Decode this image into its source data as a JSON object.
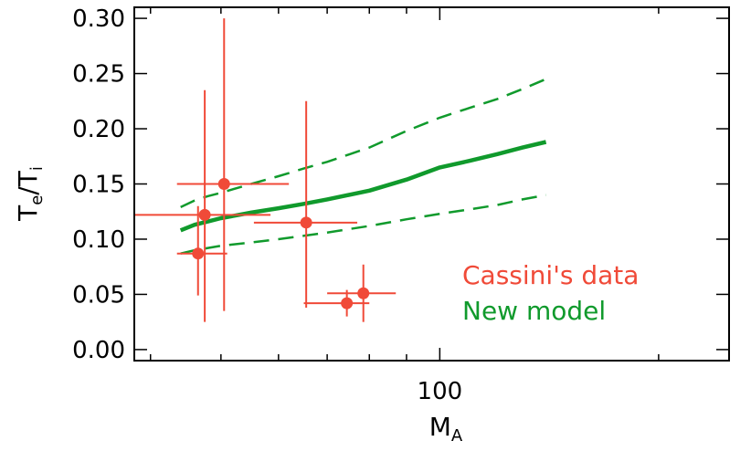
{
  "chart_data": {
    "type": "scatter",
    "title": "",
    "xlabel": {
      "main": "M",
      "sub": "A"
    },
    "ylabel": {
      "p1": "T",
      "s1": "e",
      "mid": "/T",
      "s2": "i"
    },
    "x_scale": "log",
    "xlim": [
      38,
      250
    ],
    "ylim": [
      -0.01,
      0.31
    ],
    "x_major_ticks": [
      {
        "value": 100,
        "label": "100"
      }
    ],
    "x_minor_ticks": [
      40,
      50,
      60,
      70,
      80,
      90,
      200
    ],
    "y_ticks": [
      {
        "value": 0.0,
        "label": "0.00"
      },
      {
        "value": 0.05,
        "label": "0.05"
      },
      {
        "value": 0.1,
        "label": "0.10"
      },
      {
        "value": 0.15,
        "label": "0.15"
      },
      {
        "value": 0.2,
        "label": "0.20"
      },
      {
        "value": 0.25,
        "label": "0.25"
      },
      {
        "value": 0.3,
        "label": "0.30"
      }
    ],
    "grid": false,
    "legend_position": "lower-right",
    "legend": [
      {
        "label": "Cassini's data",
        "color": "#f04a38"
      },
      {
        "label": "New model",
        "color": "#109a2c"
      }
    ],
    "series": [
      {
        "name": "Cassini's data",
        "kind": "points_with_errorbars",
        "color": "#f04a38",
        "points": [
          {
            "x": 46.5,
            "y": 0.087,
            "xerr": [
              43.5,
              51
            ],
            "yerr": [
              0.049,
              0.13
            ]
          },
          {
            "x": 47.5,
            "y": 0.122,
            "xerr": [
              38,
              58.5
            ],
            "yerr": [
              0.025,
              0.235
            ]
          },
          {
            "x": 50.5,
            "y": 0.15,
            "xerr": [
              43.5,
              62
            ],
            "yerr": [
              0.035,
              0.3
            ]
          },
          {
            "x": 65.5,
            "y": 0.115,
            "xerr": [
              55.5,
              77
            ],
            "yerr": [
              0.038,
              0.225
            ]
          },
          {
            "x": 74.5,
            "y": 0.042,
            "xerr": [
              65,
              80
            ],
            "yerr": [
              0.03,
              0.054
            ]
          },
          {
            "x": 78.5,
            "y": 0.051,
            "xerr": [
              70,
              87
            ],
            "yerr": [
              0.025,
              0.077
            ]
          }
        ]
      },
      {
        "name": "New model",
        "kind": "line",
        "color": "#109a2c",
        "style": "solid",
        "x": [
          44,
          46,
          48,
          50,
          55,
          60,
          65,
          70,
          80,
          90,
          100,
          110,
          120,
          130,
          140
        ],
        "y": [
          0.108,
          0.113,
          0.116,
          0.119,
          0.124,
          0.128,
          0.132,
          0.136,
          0.144,
          0.154,
          0.165,
          0.171,
          0.177,
          0.183,
          0.188
        ]
      },
      {
        "name": "New model upper bound",
        "kind": "line",
        "color": "#109a2c",
        "style": "dashed",
        "x": [
          44,
          46,
          48,
          50,
          55,
          60,
          65,
          70,
          80,
          90,
          100,
          110,
          120,
          130,
          140
        ],
        "y": [
          0.129,
          0.135,
          0.139,
          0.142,
          0.15,
          0.157,
          0.164,
          0.17,
          0.183,
          0.198,
          0.21,
          0.219,
          0.227,
          0.236,
          0.245
        ]
      },
      {
        "name": "New model lower bound",
        "kind": "line",
        "color": "#109a2c",
        "style": "dashed",
        "x": [
          44,
          46,
          48,
          50,
          55,
          60,
          65,
          70,
          80,
          90,
          100,
          110,
          120,
          130,
          140
        ],
        "y": [
          0.087,
          0.09,
          0.092,
          0.094,
          0.097,
          0.1,
          0.103,
          0.106,
          0.112,
          0.118,
          0.123,
          0.127,
          0.131,
          0.136,
          0.14
        ]
      }
    ]
  }
}
